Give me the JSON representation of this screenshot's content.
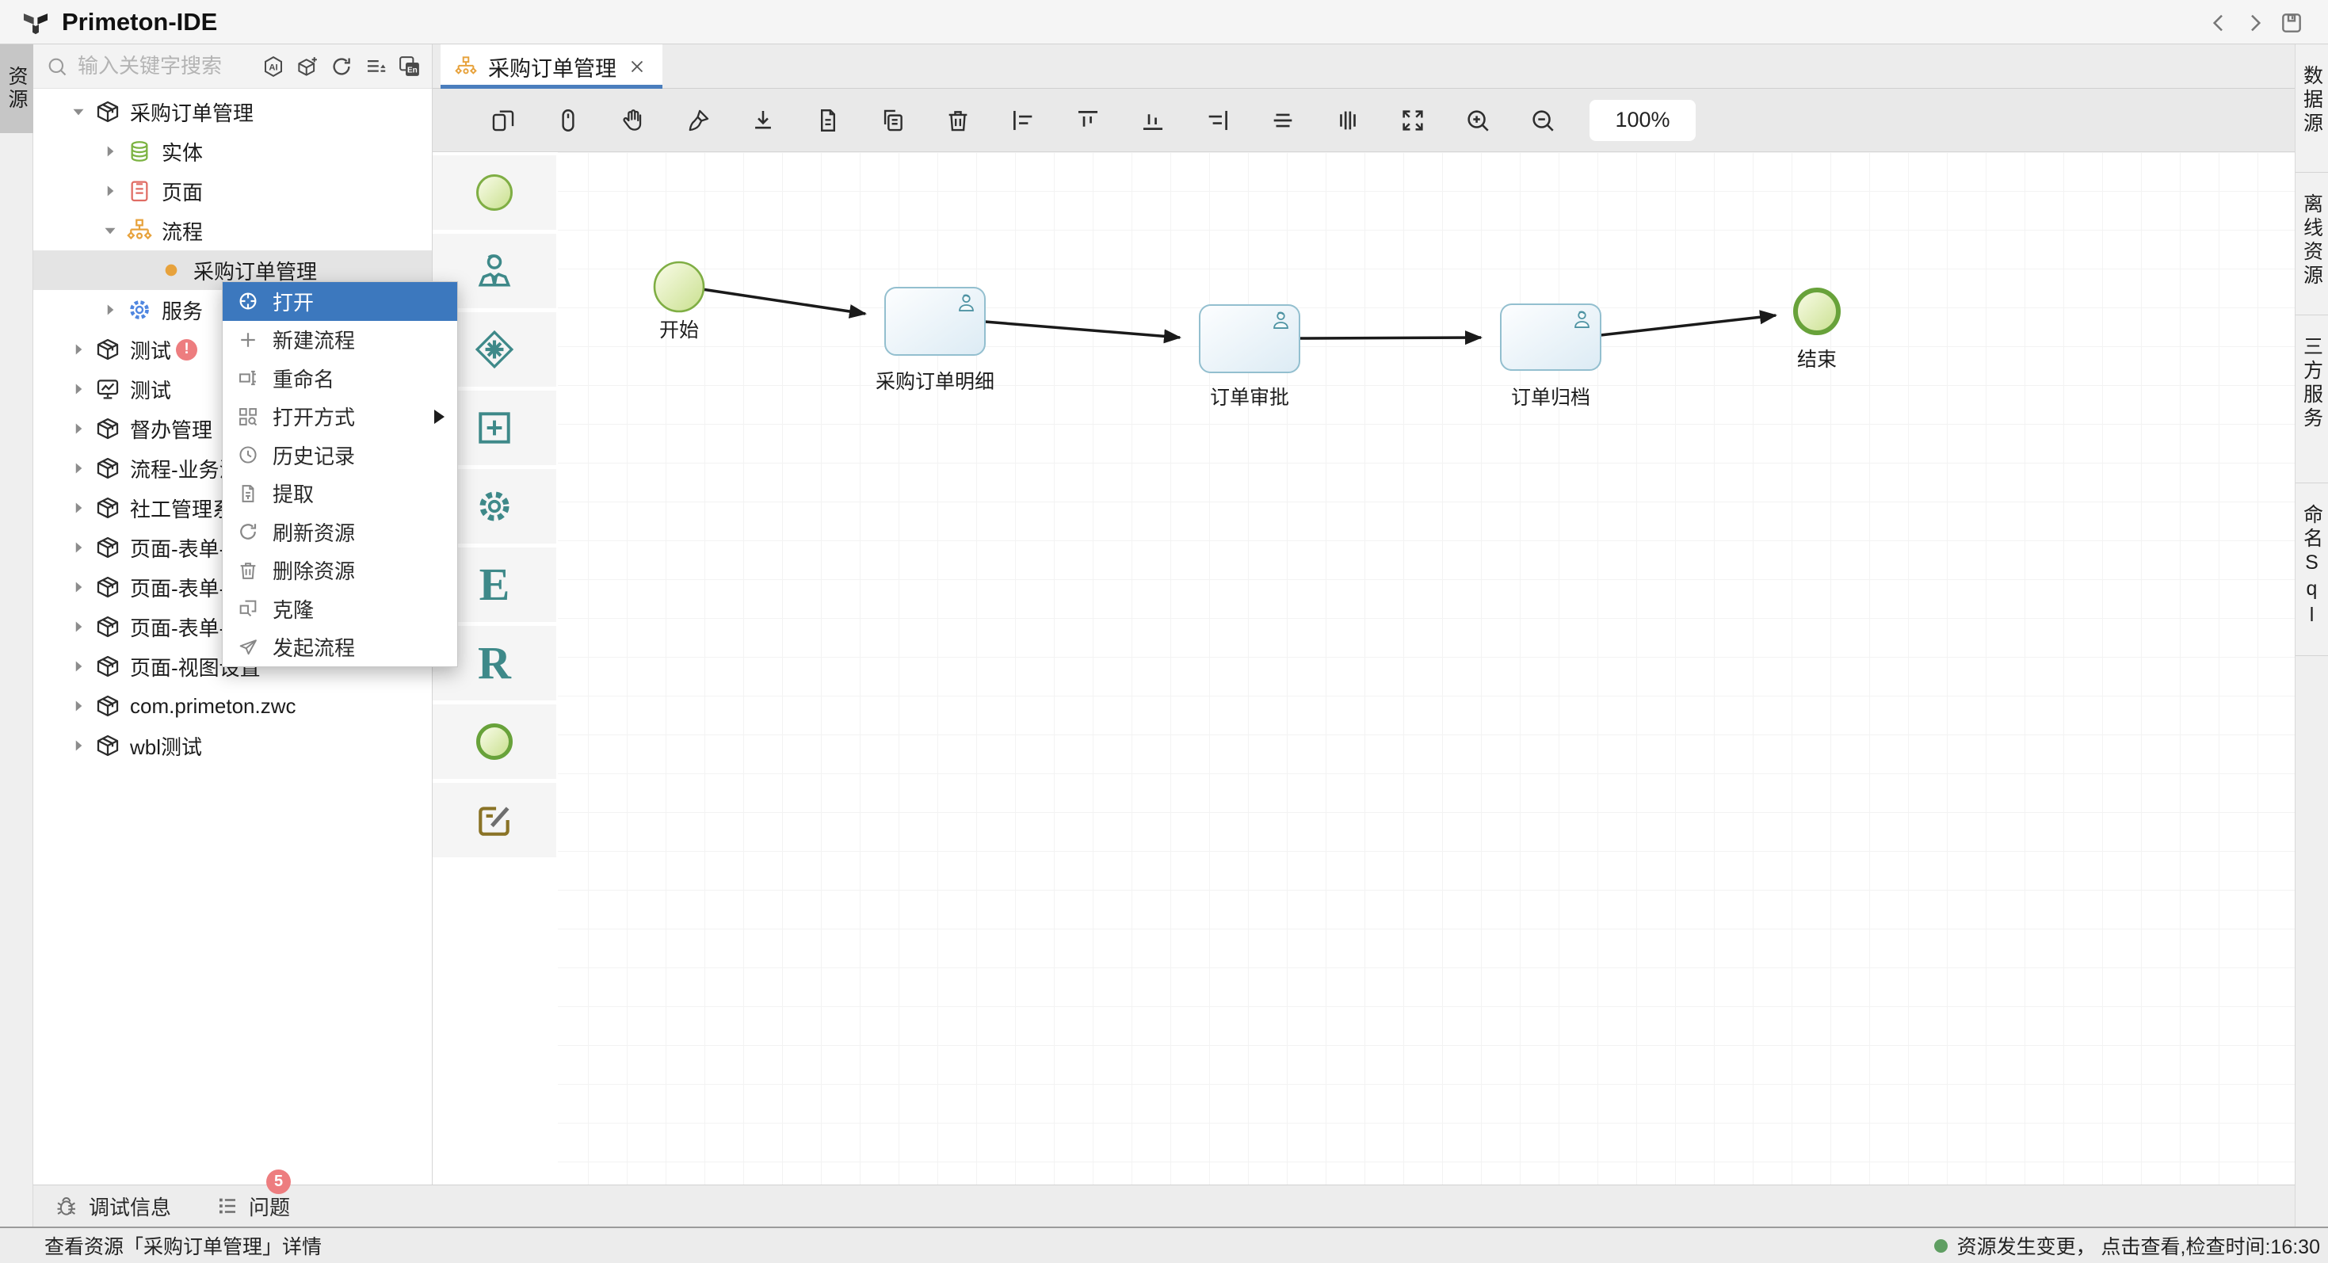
{
  "app": {
    "title": "Primeton-IDE"
  },
  "titlebar": {
    "icons": [
      "back-chevron",
      "forward-chevron",
      "save-floppy"
    ]
  },
  "left_rail": {
    "tabs": [
      {
        "label": "资源",
        "selected": true
      }
    ]
  },
  "explorer": {
    "search": {
      "placeholder": "输入关键字搜索"
    },
    "icons": {
      "list": [
        "ai-assistant",
        "new-module-cube",
        "refresh",
        "sort-filter",
        "translate"
      ],
      "ai_label": "AI",
      "translate_label": "En"
    },
    "tree": [
      {
        "label": "采购订单管理",
        "icon": "package",
        "level": 0,
        "expander": "open"
      },
      {
        "label": "实体",
        "icon": "entity",
        "level": 1,
        "expander": "closed"
      },
      {
        "label": "页面",
        "icon": "page",
        "level": 1,
        "expander": "closed"
      },
      {
        "label": "流程",
        "icon": "flow",
        "level": 1,
        "expander": "open"
      },
      {
        "label": "采购订单管理",
        "icon": "dot",
        "level": 2,
        "expander": "none",
        "selected": true
      },
      {
        "label": "服务",
        "icon": "gear",
        "level": 1,
        "expander": "closed"
      },
      {
        "label": "测试",
        "icon": "package",
        "level": 0,
        "expander": "closed",
        "badge": "!"
      },
      {
        "label": "测试",
        "icon": "board",
        "level": 0,
        "expander": "closed"
      },
      {
        "label": "督办管理",
        "icon": "package",
        "level": 0,
        "expander": "closed"
      },
      {
        "label": "流程-业务流程配",
        "icon": "package",
        "level": 0,
        "expander": "closed"
      },
      {
        "label": "社工管理系统",
        "icon": "package",
        "level": 0,
        "expander": "closed"
      },
      {
        "label": "页面-表单-高级",
        "icon": "package",
        "level": 0,
        "expander": "closed"
      },
      {
        "label": "页面-表单-控件",
        "icon": "package",
        "level": 0,
        "expander": "closed"
      },
      {
        "label": "页面-表单-录入",
        "icon": "package",
        "level": 0,
        "expander": "closed"
      },
      {
        "label": "页面-视图设置",
        "icon": "package",
        "level": 0,
        "expander": "closed"
      },
      {
        "label": "com.primeton.zwc",
        "icon": "package",
        "level": 0,
        "expander": "closed"
      },
      {
        "label": "wbl测试",
        "icon": "package",
        "level": 0,
        "expander": "closed"
      }
    ]
  },
  "context_menu": {
    "items": [
      {
        "label": "打开",
        "icon": "target",
        "highlighted": true
      },
      {
        "label": "新建流程",
        "icon": "plus"
      },
      {
        "label": "重命名",
        "icon": "rename"
      },
      {
        "label": "打开方式",
        "icon": "open-with",
        "submenu": true
      },
      {
        "label": "历史记录",
        "icon": "history"
      },
      {
        "label": "提取",
        "icon": "extract"
      },
      {
        "label": "刷新资源",
        "icon": "refresh"
      },
      {
        "label": "删除资源",
        "icon": "trash"
      },
      {
        "label": "克隆",
        "icon": "clone"
      },
      {
        "label": "发起流程",
        "icon": "send"
      }
    ]
  },
  "editor": {
    "tab": {
      "label": "采购订单管理",
      "icon": "flow"
    },
    "zoom_level": "100%",
    "toolbar_icons": [
      "copy-frames",
      "mouse",
      "hand-pan",
      "brush-clear",
      "download",
      "document",
      "copy",
      "trash",
      "align-left",
      "align-top",
      "align-bottom",
      "align-right",
      "align-center-horizontal",
      "distribute-vertical",
      "fit-screen",
      "zoom-in",
      "zoom-out"
    ]
  },
  "palette": {
    "items": [
      {
        "name": "start-event"
      },
      {
        "name": "user-task"
      },
      {
        "name": "gateway"
      },
      {
        "name": "subprocess-plus"
      },
      {
        "name": "service-gear"
      },
      {
        "name": "entity-letter",
        "glyph": "E"
      },
      {
        "name": "rule-letter",
        "glyph": "R"
      },
      {
        "name": "end-event"
      },
      {
        "name": "form-edit"
      }
    ]
  },
  "flow": {
    "nodes": [
      {
        "id": "start",
        "type": "start-event",
        "label": "开始"
      },
      {
        "id": "task1",
        "type": "user-task",
        "label": "采购订单明细"
      },
      {
        "id": "task2",
        "type": "user-task",
        "label": "订单审批"
      },
      {
        "id": "task3",
        "type": "user-task",
        "label": "订单归档"
      },
      {
        "id": "end",
        "type": "end-event",
        "label": "结束"
      }
    ],
    "edges": [
      "start→task1",
      "task1→task2",
      "task2→task3",
      "task3→end"
    ]
  },
  "right_rail": {
    "tabs": [
      {
        "label": "数据源"
      },
      {
        "label": "离线资源"
      },
      {
        "label": "三方服务"
      },
      {
        "label": "命名Sql"
      }
    ]
  },
  "bottom_panel": {
    "debug_label": "调试信息",
    "problems_label": "问题",
    "problems_count": "5"
  },
  "status_bar": {
    "left": "查看资源「采购订单管理」详情",
    "right": "资源发生变更， 点击查看,检查时间:16:30"
  },
  "colors": {
    "menu_highlight": "#3c78be",
    "tab_underline": "#4a7ebd",
    "selection": "#e4e4e4",
    "badge_red": "#ed7d7f",
    "status_dot_green": "#5f9e62",
    "palette_teal": "#3e8989",
    "flow_orange": "#e7a23c",
    "entity_green": "#7cb342",
    "page_red": "#e06c64",
    "gear_blue": "#4f86e0",
    "task_border": "#93bfcf",
    "event_border_green": "#7fae44"
  }
}
